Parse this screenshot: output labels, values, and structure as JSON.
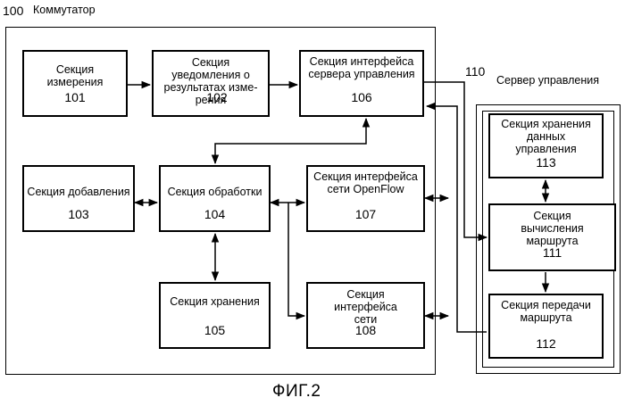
{
  "switch": {
    "ref": "100",
    "title": "Коммутатор"
  },
  "server": {
    "ref": "110",
    "title": "Сервер управления"
  },
  "figure_caption": "ФИГ.2",
  "blocks": {
    "b101": {
      "name": "Секция измерения",
      "num": "101"
    },
    "b102": {
      "name": "Секция уведомления о результатах изме-рения",
      "num": "102"
    },
    "b106": {
      "name": "Секция интерфейса сервера управления",
      "num": "106"
    },
    "b103": {
      "name": "Секция добавления",
      "num": "103"
    },
    "b104": {
      "name": "Секция обработки",
      "num": "104"
    },
    "b107": {
      "name": "Секция интерфейса сети OpenFlow",
      "num": "107"
    },
    "b105": {
      "name": "Секция хранения",
      "num": "105"
    },
    "b108": {
      "name": "Секция интерфейса сети",
      "num": "108"
    },
    "b113": {
      "name": "Секция хранения данных управления",
      "num": "113"
    },
    "b111": {
      "name": "Секция вычисления маршрута",
      "num": "111"
    },
    "b112": {
      "name": "Секция передачи маршрута",
      "num": "112"
    }
  }
}
